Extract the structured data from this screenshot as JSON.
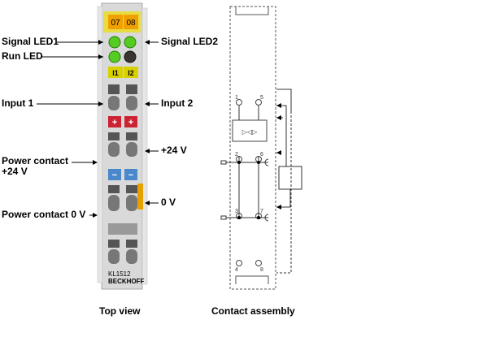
{
  "terminal": {
    "badges_top": [
      "07",
      "08"
    ],
    "badges_input": [
      "I1",
      "I2"
    ],
    "model": "KL1512",
    "brand": "BECKHOFF"
  },
  "labels": {
    "signal_led1": "Signal LED1",
    "signal_led2": "Signal LED2",
    "run_led": "Run LED",
    "input1": "Input 1",
    "input2": "Input 2",
    "plus24": "+24 V",
    "power_contact_24": "Power contact\n+24 V",
    "zero_v": "0 V",
    "power_contact_0": "Power contact 0 V"
  },
  "schematic": {
    "contact_numbers": [
      "1",
      "5",
      "2",
      "6",
      "3",
      "7",
      "4",
      "8"
    ]
  },
  "captions": {
    "top_view": "Top view",
    "contact_assembly": "Contact assembly"
  },
  "colors": {
    "housing": "#d9d9d9",
    "badge_orange": "#f0a000",
    "badge_yellow": "#d8d000",
    "led_green": "#55cc22",
    "led_dark": "#3a3432",
    "red_block": "#cc2233",
    "blue_block": "#4a88cc",
    "slider_orange": "#e8a000"
  }
}
